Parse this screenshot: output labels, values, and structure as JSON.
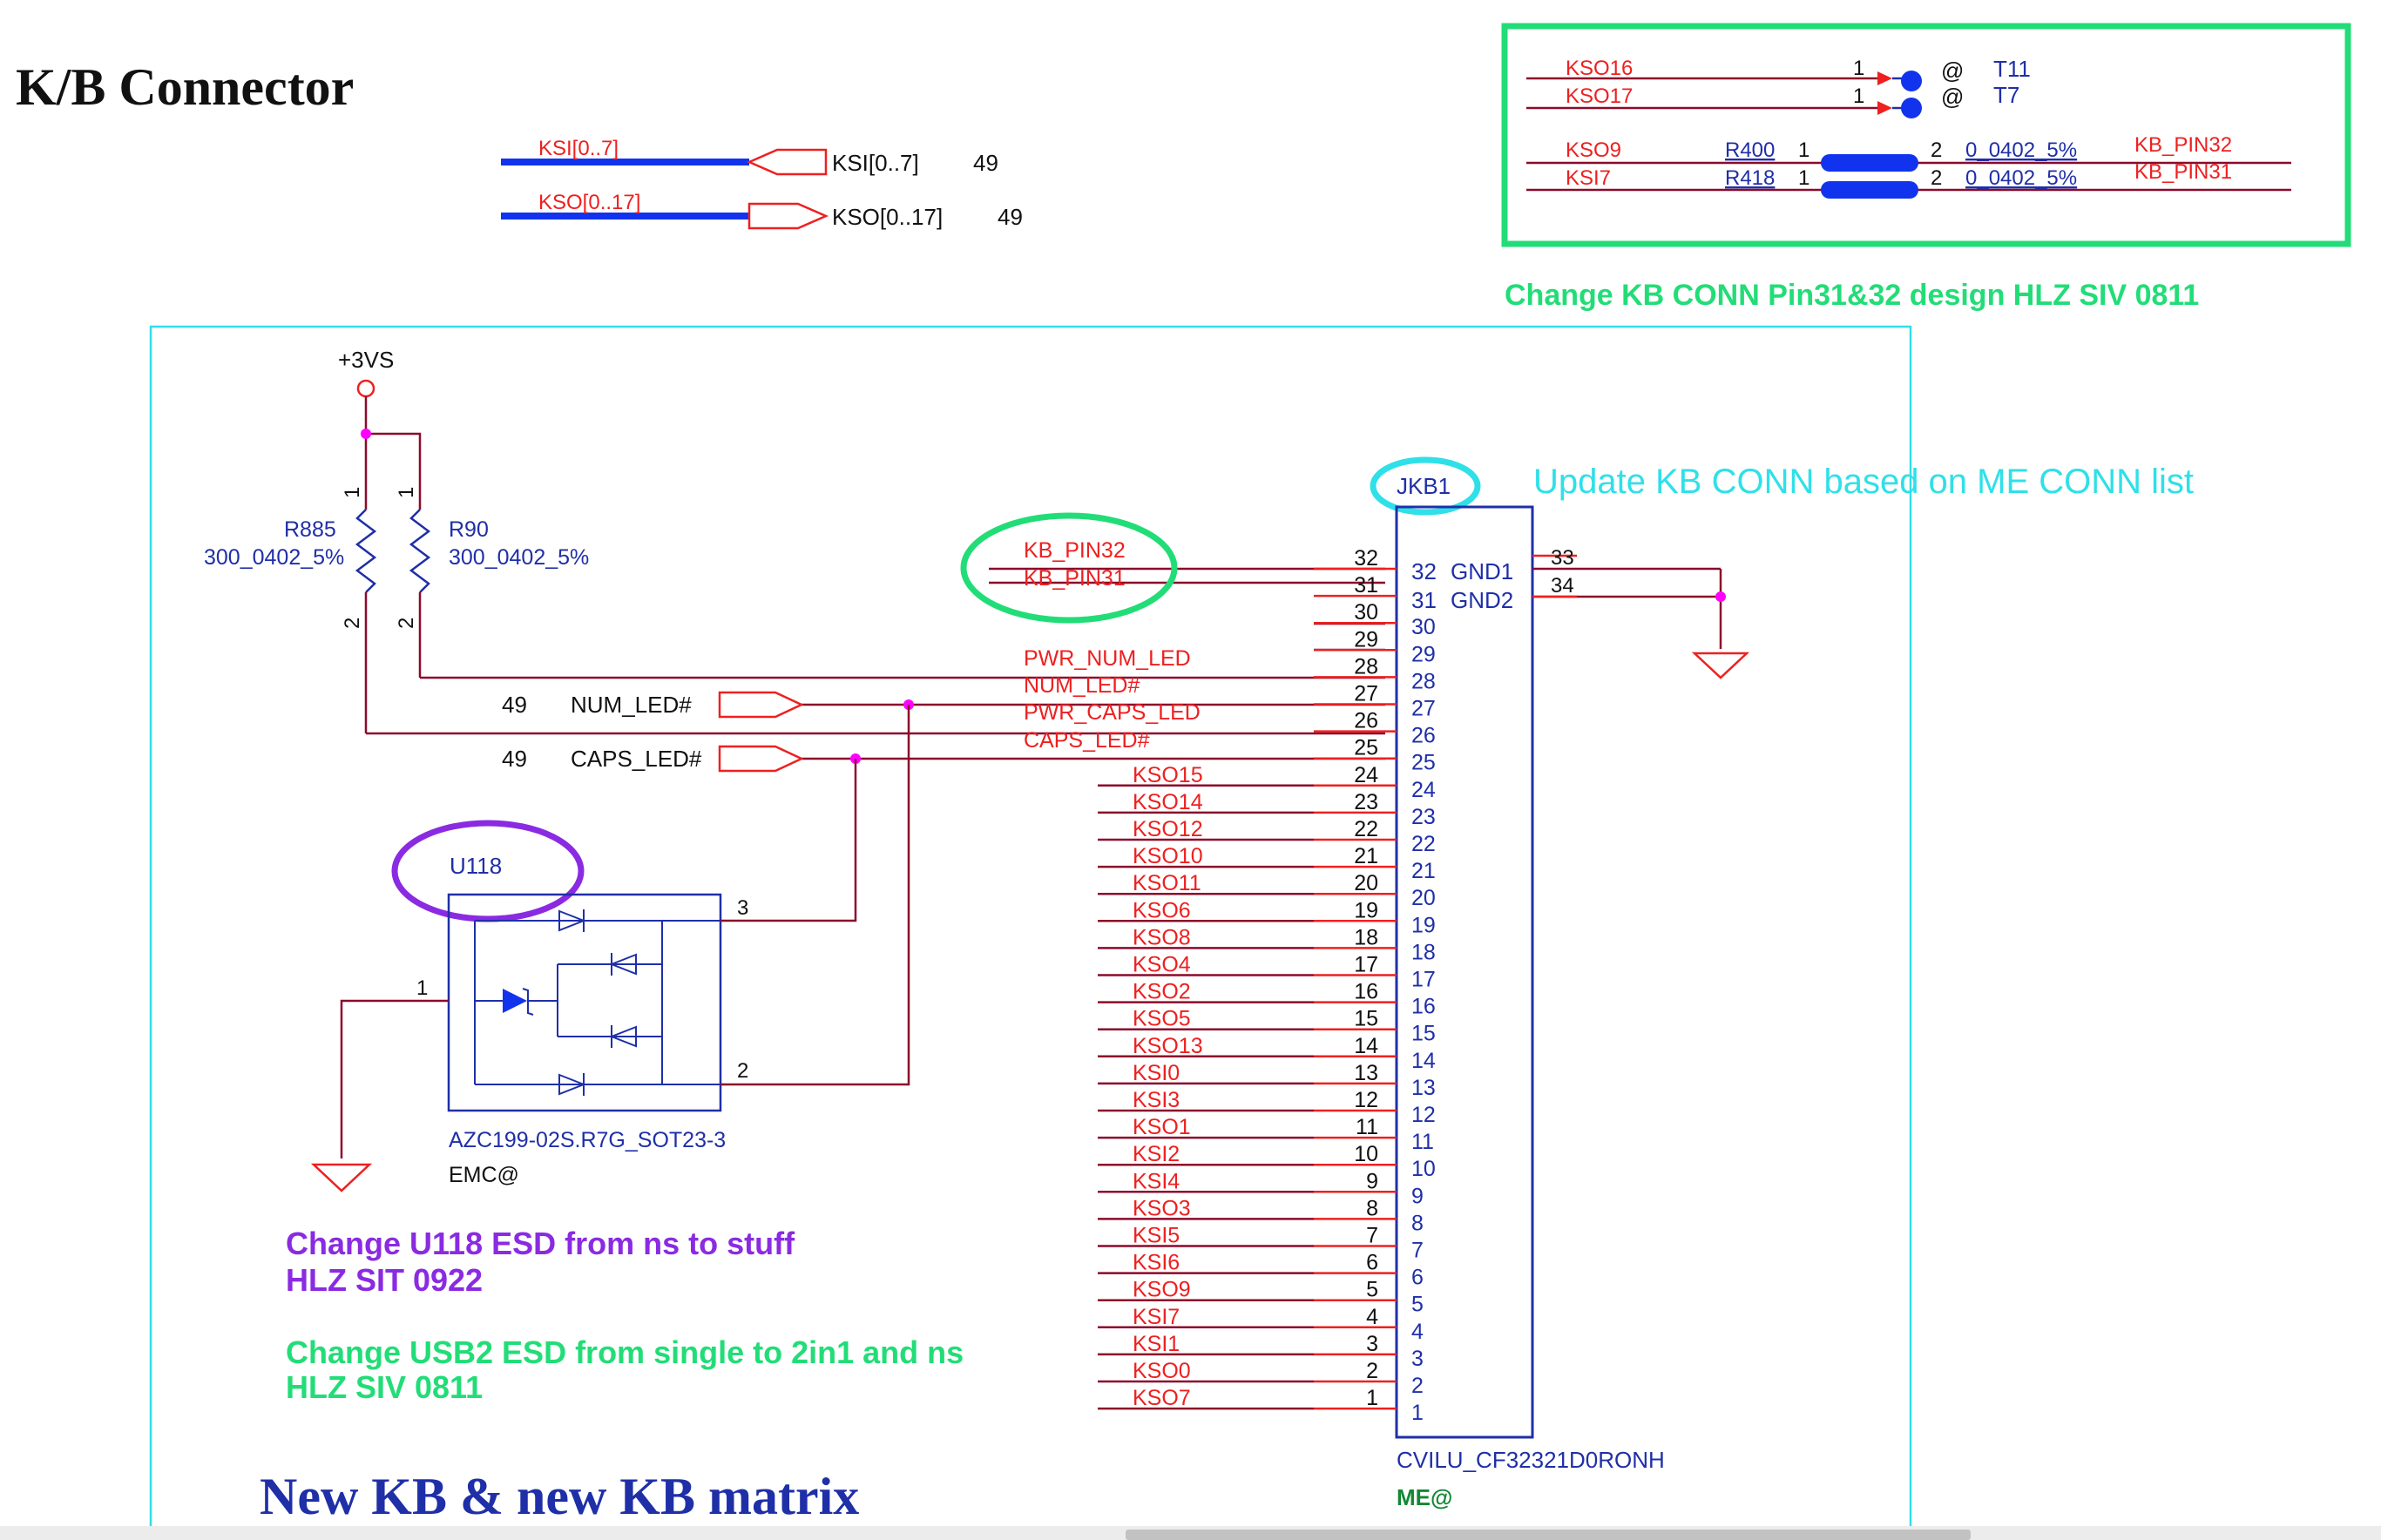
{
  "title": "K/B Connector",
  "buses": {
    "ksi_net": "KSI[0..7]",
    "ksi_port": "KSI[0..7]",
    "ksi_page": "49",
    "kso_net": "KSO[0..17]",
    "kso_port": "KSO[0..17]",
    "kso_page": "49"
  },
  "testpoints": {
    "tp1_net": "KSO16",
    "tp1_pin": "1",
    "tp1_at": "@",
    "tp1_ref": "T11",
    "tp2_net": "KSO17",
    "tp2_pin": "1",
    "tp2_at": "@",
    "tp2_ref": "T7"
  },
  "jumpers": {
    "j1_net": "KSO9",
    "j1_ref": "R400",
    "j1_p1": "1",
    "j1_p2": "2",
    "j1_val": "0_0402_5%",
    "j1_out": "KB_PIN32",
    "j2_net": "KSI7",
    "j2_ref": "R418",
    "j2_p1": "1",
    "j2_p2": "2",
    "j2_val": "0_0402_5%",
    "j2_out": "KB_PIN31"
  },
  "note_pin": "Change KB CONN Pin31&32 design HLZ SIV 0811",
  "note_update": "Update KB CONN based on ME CONN list",
  "power": "+3VS",
  "resistors": {
    "r1_ref": "R885",
    "r1_val": "300_0402_5%",
    "r2_ref": "R90",
    "r2_val": "300_0402_5%",
    "pin1": "1",
    "pin2": "2"
  },
  "led_ports": {
    "num_page": "49",
    "num_name": "NUM_LED#",
    "caps_page": "49",
    "caps_name": "CAPS_LED#"
  },
  "diode": {
    "ref": "U118",
    "part": "AZC199-02S.R7G_SOT23-3",
    "emc": "EMC@",
    "pin1": "1",
    "pin2": "2",
    "pin3": "3"
  },
  "note_u118_l1": "Change U118 ESD from ns to stuff",
  "note_u118_l2": "HLZ SIT 0922",
  "note_usb_l1": "Change USB2 ESD from single to 2in1 and ns",
  "note_usb_l2": "HLZ SIV 0811",
  "footer_title": "New KB & new KB matrix",
  "connector": {
    "ref": "JKB1",
    "part": "CVILU_CF32321D0RONH",
    "me": "ME@",
    "gnd1": "GND1",
    "gnd2": "GND2",
    "gnd1_in": "32",
    "gnd2_in": "31",
    "gnd1_out": "33",
    "gnd2_out": "34",
    "inner_top": [
      "30",
      "29",
      "28",
      "27",
      "26",
      "25",
      "24",
      "23",
      "22",
      "21",
      "20",
      "19",
      "18",
      "17",
      "16",
      "15",
      "14",
      "13",
      "12",
      "11",
      "10",
      "9",
      "8",
      "7",
      "6",
      "5",
      "4",
      "3",
      "2",
      "1"
    ],
    "top_net_labels": [
      "KB_PIN32",
      "KB_PIN31",
      "PWR_NUM_LED",
      "NUM_LED#",
      "PWR_CAPS_LED",
      "CAPS_LED#"
    ],
    "pins": [
      {
        "num": "32",
        "net": ""
      },
      {
        "num": "31",
        "net": ""
      },
      {
        "num": "30",
        "net": ""
      },
      {
        "num": "29",
        "net": ""
      },
      {
        "num": "28",
        "net": ""
      },
      {
        "num": "27",
        "net": ""
      },
      {
        "num": "26",
        "net": ""
      },
      {
        "num": "25",
        "net": ""
      },
      {
        "num": "24",
        "net": "KSO15"
      },
      {
        "num": "23",
        "net": "KSO14"
      },
      {
        "num": "22",
        "net": "KSO12"
      },
      {
        "num": "21",
        "net": "KSO10"
      },
      {
        "num": "20",
        "net": "KSO11"
      },
      {
        "num": "19",
        "net": "KSO6"
      },
      {
        "num": "18",
        "net": "KSO8"
      },
      {
        "num": "17",
        "net": "KSO4"
      },
      {
        "num": "16",
        "net": "KSO2"
      },
      {
        "num": "15",
        "net": "KSO5"
      },
      {
        "num": "14",
        "net": "KSO13"
      },
      {
        "num": "13",
        "net": "KSI0"
      },
      {
        "num": "12",
        "net": "KSI3"
      },
      {
        "num": "11",
        "net": "KSO1"
      },
      {
        "num": "10",
        "net": "KSI2"
      },
      {
        "num": "9",
        "net": "KSI4"
      },
      {
        "num": "8",
        "net": "KSO3"
      },
      {
        "num": "7",
        "net": "KSI5"
      },
      {
        "num": "6",
        "net": "KSI6"
      },
      {
        "num": "5",
        "net": "KSO9"
      },
      {
        "num": "4",
        "net": "KSI7"
      },
      {
        "num": "3",
        "net": "KSI1"
      },
      {
        "num": "2",
        "net": "KSO0"
      },
      {
        "num": "1",
        "net": "KSO7"
      }
    ]
  },
  "colors": {
    "wire": "#8b0a2a",
    "red": "#ee2020",
    "blue": "#1f2fa8",
    "cyan": "#2fe0e8",
    "green": "#22dd77",
    "purple": "#8a2be2",
    "magenta": "#ff00ff"
  }
}
